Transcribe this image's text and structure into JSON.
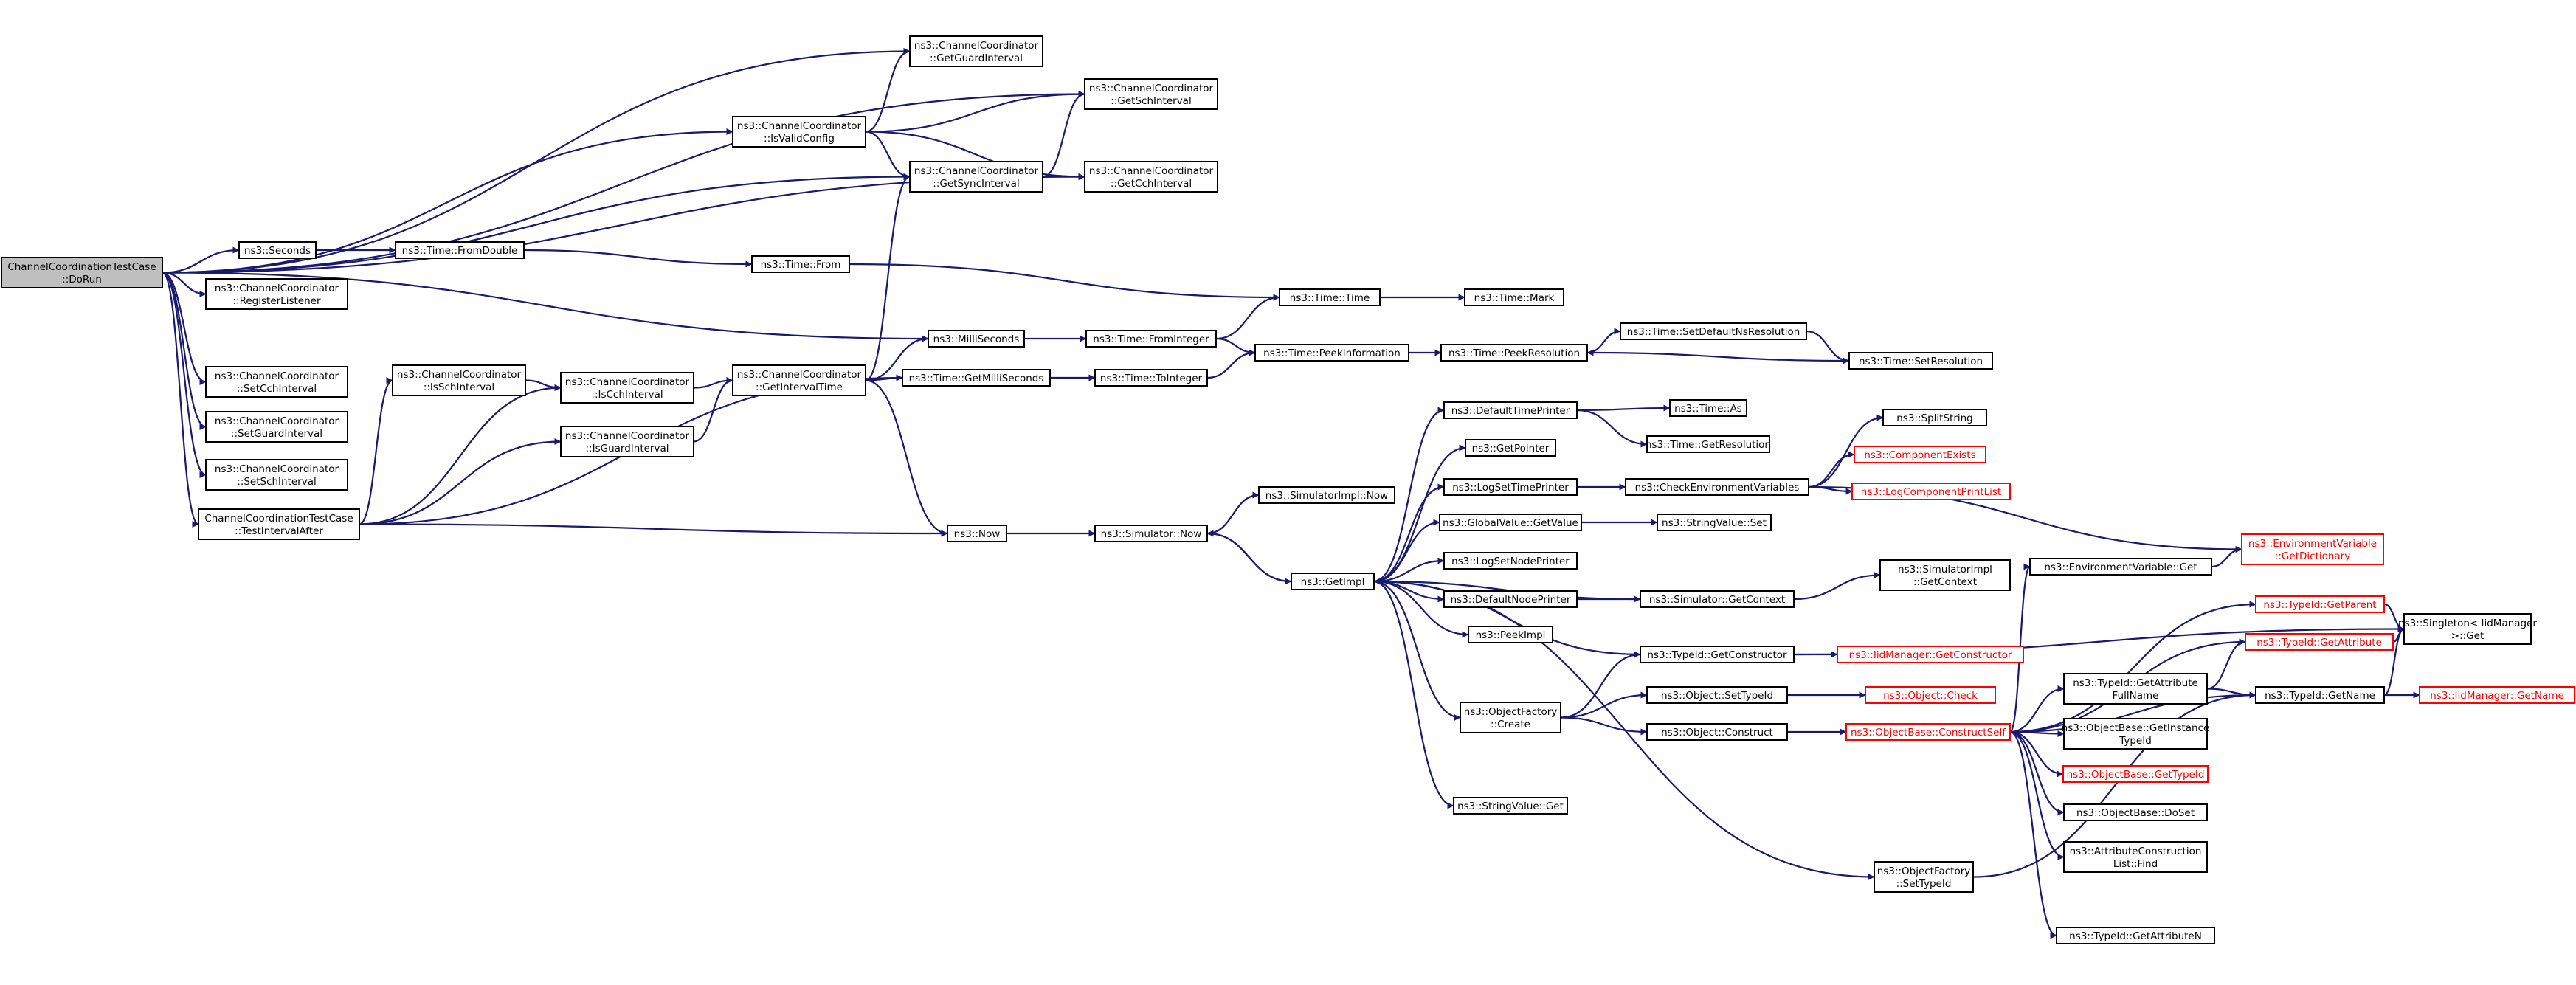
{
  "colors": {
    "edge": "#191970",
    "node_border": "#000000",
    "external_node": "#ff0000",
    "root_fill": "#bfbfbf"
  },
  "nodes": [
    {
      "id": "dorun",
      "lines": [
        "ChannelCoordinationTestCase",
        "::DoRun"
      ],
      "root": true
    },
    {
      "id": "guard",
      "lines": [
        "ns3::ChannelCoordinator",
        "::GetGuardInterval"
      ]
    },
    {
      "id": "valid",
      "lines": [
        "ns3::ChannelCoordinator",
        "::IsValidConfig"
      ]
    },
    {
      "id": "sch",
      "lines": [
        "ns3::ChannelCoordinator",
        "::GetSchInterval"
      ]
    },
    {
      "id": "sync",
      "lines": [
        "ns3::ChannelCoordinator",
        "::GetSyncInterval"
      ]
    },
    {
      "id": "cch",
      "lines": [
        "ns3::ChannelCoordinator",
        "::GetCchInterval"
      ]
    },
    {
      "id": "seconds",
      "lines": [
        "ns3::Seconds"
      ]
    },
    {
      "id": "fromdouble",
      "lines": [
        "ns3::Time::FromDouble"
      ]
    },
    {
      "id": "from",
      "lines": [
        "ns3::Time::From"
      ]
    },
    {
      "id": "reglistener",
      "lines": [
        "ns3::ChannelCoordinator",
        "::RegisterListener"
      ]
    },
    {
      "id": "time",
      "lines": [
        "ns3::Time::Time"
      ]
    },
    {
      "id": "mark",
      "lines": [
        "ns3::Time::Mark"
      ]
    },
    {
      "id": "setdefres",
      "lines": [
        "ns3::Time::SetDefaultNsResolution"
      ]
    },
    {
      "id": "milli",
      "lines": [
        "ns3::MilliSeconds"
      ]
    },
    {
      "id": "fromint",
      "lines": [
        "ns3::Time::FromInteger"
      ]
    },
    {
      "id": "peekinfo",
      "lines": [
        "ns3::Time::PeekInformation"
      ]
    },
    {
      "id": "peekres",
      "lines": [
        "ns3::Time::PeekResolution"
      ]
    },
    {
      "id": "setres",
      "lines": [
        "ns3::Time::SetResolution"
      ]
    },
    {
      "id": "issch",
      "lines": [
        "ns3::ChannelCoordinator",
        "::IsSchInterval"
      ]
    },
    {
      "id": "iscch",
      "lines": [
        "ns3::ChannelCoordinator",
        "::IsCchInterval"
      ]
    },
    {
      "id": "getintervaltime",
      "lines": [
        "ns3::ChannelCoordinator",
        "::GetIntervalTime"
      ]
    },
    {
      "id": "getms",
      "lines": [
        "ns3::Time::GetMilliSeconds"
      ]
    },
    {
      "id": "toint",
      "lines": [
        "ns3::Time::ToInteger"
      ]
    },
    {
      "id": "setcch",
      "lines": [
        "ns3::ChannelCoordinator",
        "::SetCchInterval"
      ]
    },
    {
      "id": "setguard",
      "lines": [
        "ns3::ChannelCoordinator",
        "::SetGuardInterval"
      ]
    },
    {
      "id": "setsch",
      "lines": [
        "ns3::ChannelCoordinator",
        "::SetSchInterval"
      ]
    },
    {
      "id": "isguard",
      "lines": [
        "ns3::ChannelCoordinator",
        "::IsGuardInterval"
      ]
    },
    {
      "id": "testafter",
      "lines": [
        "ChannelCoordinationTestCase",
        "::TestIntervalAfter"
      ]
    },
    {
      "id": "now",
      "lines": [
        "ns3::Now"
      ]
    },
    {
      "id": "simnow",
      "lines": [
        "ns3::Simulator::Now"
      ]
    },
    {
      "id": "simimplnow",
      "lines": [
        "ns3::SimulatorImpl::Now"
      ]
    },
    {
      "id": "getimpl",
      "lines": [
        "ns3::GetImpl"
      ]
    },
    {
      "id": "deftimeprinter",
      "lines": [
        "ns3::DefaultTimePrinter"
      ]
    },
    {
      "id": "timeas",
      "lines": [
        "ns3::Time::As"
      ]
    },
    {
      "id": "timegetres",
      "lines": [
        "ns3::Time::GetResolution"
      ]
    },
    {
      "id": "getpointer",
      "lines": [
        "ns3::GetPointer"
      ]
    },
    {
      "id": "logsettimeprinter",
      "lines": [
        "ns3::LogSetTimePrinter"
      ]
    },
    {
      "id": "checkenv",
      "lines": [
        "ns3::CheckEnvironmentVariables"
      ]
    },
    {
      "id": "splitstring",
      "lines": [
        "ns3::SplitString"
      ]
    },
    {
      "id": "compexists",
      "lines": [
        "ns3::ComponentExists"
      ],
      "red": true
    },
    {
      "id": "logcompprint",
      "lines": [
        "ns3::LogComponentPrintList"
      ],
      "red": true
    },
    {
      "id": "gvget",
      "lines": [
        "ns3::GlobalValue::GetValue"
      ]
    },
    {
      "id": "svset",
      "lines": [
        "ns3::StringValue::Set"
      ]
    },
    {
      "id": "envgetdict",
      "lines": [
        "ns3::EnvironmentVariable",
        "::GetDictionary"
      ],
      "red": true
    },
    {
      "id": "logsetnodeprinter",
      "lines": [
        "ns3::LogSetNodePrinter"
      ]
    },
    {
      "id": "envget",
      "lines": [
        "ns3::EnvironmentVariable::Get"
      ]
    },
    {
      "id": "defnodeprinter",
      "lines": [
        "ns3::DefaultNodePrinter"
      ]
    },
    {
      "id": "simgetctx",
      "lines": [
        "ns3::Simulator::GetContext"
      ]
    },
    {
      "id": "simimplgetctx",
      "lines": [
        "ns3::SimulatorImpl",
        "::GetContext"
      ]
    },
    {
      "id": "peekimpl",
      "lines": [
        "ns3::PeekImpl"
      ]
    },
    {
      "id": "getparent",
      "lines": [
        "ns3::TypeId::GetParent"
      ],
      "red": true
    },
    {
      "id": "singleton",
      "lines": [
        "ns3::Singleton< IidManager",
        ">::Get"
      ]
    },
    {
      "id": "getattr",
      "lines": [
        "ns3::TypeId::GetAttribute"
      ],
      "red": true
    },
    {
      "id": "getctor",
      "lines": [
        "ns3::TypeId::GetConstructor"
      ]
    },
    {
      "id": "iidgetctor",
      "lines": [
        "ns3::IidManager::GetConstructor"
      ],
      "red": true
    },
    {
      "id": "getattrfull",
      "lines": [
        "ns3::TypeId::GetAttribute",
        "FullName"
      ]
    },
    {
      "id": "getname",
      "lines": [
        "ns3::TypeId::GetName"
      ]
    },
    {
      "id": "iidgetname",
      "lines": [
        "ns3::IidManager::GetName"
      ],
      "red": true
    },
    {
      "id": "settypeid",
      "lines": [
        "ns3::Object::SetTypeId"
      ]
    },
    {
      "id": "objcheck",
      "lines": [
        "ns3::Object::Check"
      ],
      "red": true
    },
    {
      "id": "objfactcreate",
      "lines": [
        "ns3::ObjectFactory",
        "::Create"
      ]
    },
    {
      "id": "objconstruct",
      "lines": [
        "ns3::Object::Construct"
      ]
    },
    {
      "id": "constructself",
      "lines": [
        "ns3::ObjectBase::ConstructSelf"
      ],
      "red": true
    },
    {
      "id": "getinstancetid",
      "lines": [
        "ns3::ObjectBase::GetInstance",
        "TypeId"
      ]
    },
    {
      "id": "obgettypeid",
      "lines": [
        "ns3::ObjectBase::GetTypeId"
      ],
      "red": true
    },
    {
      "id": "doset",
      "lines": [
        "ns3::ObjectBase::DoSet"
      ]
    },
    {
      "id": "svget",
      "lines": [
        "ns3::StringValue::Get"
      ]
    },
    {
      "id": "attrfind",
      "lines": [
        "ns3::AttributeConstruction",
        "List::Find"
      ]
    },
    {
      "id": "factsettypeid",
      "lines": [
        "ns3::ObjectFactory",
        "::SetTypeId"
      ]
    },
    {
      "id": "getattrn",
      "lines": [
        "ns3::TypeId::GetAttributeN"
      ]
    }
  ],
  "edges": [
    [
      "dorun",
      "guard"
    ],
    [
      "dorun",
      "valid"
    ],
    [
      "dorun",
      "sch"
    ],
    [
      "dorun",
      "sync"
    ],
    [
      "dorun",
      "cch"
    ],
    [
      "dorun",
      "seconds"
    ],
    [
      "dorun",
      "reglistener"
    ],
    [
      "dorun",
      "milli"
    ],
    [
      "dorun",
      "setcch"
    ],
    [
      "dorun",
      "setguard"
    ],
    [
      "dorun",
      "setsch"
    ],
    [
      "dorun",
      "testafter"
    ],
    [
      "valid",
      "guard"
    ],
    [
      "valid",
      "sch"
    ],
    [
      "valid",
      "sync"
    ],
    [
      "valid",
      "cch"
    ],
    [
      "sync",
      "sch"
    ],
    [
      "sync",
      "cch"
    ],
    [
      "seconds",
      "fromdouble"
    ],
    [
      "fromdouble",
      "from"
    ],
    [
      "from",
      "time"
    ],
    [
      "time",
      "mark"
    ],
    [
      "milli",
      "fromint"
    ],
    [
      "fromint",
      "time"
    ],
    [
      "fromint",
      "peekinfo"
    ],
    [
      "peekinfo",
      "peekres"
    ],
    [
      "peekres",
      "setdefres"
    ],
    [
      "setdefres",
      "setres"
    ],
    [
      "setres",
      "peekres"
    ],
    [
      "testafter",
      "issch"
    ],
    [
      "testafter",
      "iscch"
    ],
    [
      "testafter",
      "isguard"
    ],
    [
      "testafter",
      "getms"
    ],
    [
      "testafter",
      "now"
    ],
    [
      "issch",
      "iscch"
    ],
    [
      "iscch",
      "getintervaltime"
    ],
    [
      "isguard",
      "getintervaltime"
    ],
    [
      "getintervaltime",
      "sync"
    ],
    [
      "getintervaltime",
      "milli"
    ],
    [
      "getintervaltime",
      "getms"
    ],
    [
      "getintervaltime",
      "now"
    ],
    [
      "getms",
      "toint"
    ],
    [
      "toint",
      "peekinfo"
    ],
    [
      "now",
      "simnow"
    ],
    [
      "simnow",
      "simimplnow"
    ],
    [
      "simnow",
      "getimpl"
    ],
    [
      "getimpl",
      "simnow"
    ],
    [
      "getimpl",
      "deftimeprinter"
    ],
    [
      "getimpl",
      "getpointer"
    ],
    [
      "getimpl",
      "logsettimeprinter"
    ],
    [
      "getimpl",
      "gvget"
    ],
    [
      "getimpl",
      "logsetnodeprinter"
    ],
    [
      "getimpl",
      "defnodeprinter"
    ],
    [
      "getimpl",
      "peekimpl"
    ],
    [
      "getimpl",
      "objfactcreate"
    ],
    [
      "getimpl",
      "svget"
    ],
    [
      "getimpl",
      "factsettypeid"
    ],
    [
      "deftimeprinter",
      "timeas"
    ],
    [
      "deftimeprinter",
      "timegetres"
    ],
    [
      "logsettimeprinter",
      "checkenv"
    ],
    [
      "checkenv",
      "splitstring"
    ],
    [
      "checkenv",
      "compexists"
    ],
    [
      "checkenv",
      "logcompprint"
    ],
    [
      "checkenv",
      "envgetdict"
    ],
    [
      "gvget",
      "svset"
    ],
    [
      "defnodeprinter",
      "simgetctx"
    ],
    [
      "simgetctx",
      "simimplgetctx"
    ],
    [
      "simgetctx",
      "getimpl"
    ],
    [
      "getctor",
      "getimpl"
    ],
    [
      "getctor",
      "iidgetctor"
    ],
    [
      "getctor",
      "singleton"
    ],
    [
      "envget",
      "envgetdict"
    ],
    [
      "getparent",
      "singleton"
    ],
    [
      "getattr",
      "singleton"
    ],
    [
      "getattrfull",
      "getattr"
    ],
    [
      "getattrfull",
      "getname"
    ],
    [
      "getname",
      "singleton"
    ],
    [
      "getname",
      "iidgetname"
    ],
    [
      "objfactcreate",
      "getctor"
    ],
    [
      "objfactcreate",
      "settypeid"
    ],
    [
      "objfactcreate",
      "objconstruct"
    ],
    [
      "settypeid",
      "objcheck"
    ],
    [
      "objconstruct",
      "constructself"
    ],
    [
      "constructself",
      "envget"
    ],
    [
      "constructself",
      "getparent"
    ],
    [
      "constructself",
      "getattr"
    ],
    [
      "constructself",
      "getattrfull"
    ],
    [
      "constructself",
      "getname"
    ],
    [
      "constructself",
      "getinstancetid"
    ],
    [
      "constructself",
      "obgettypeid"
    ],
    [
      "constructself",
      "doset"
    ],
    [
      "constructself",
      "attrfind"
    ],
    [
      "constructself",
      "getattrn"
    ],
    [
      "factsettypeid",
      "getname"
    ]
  ]
}
